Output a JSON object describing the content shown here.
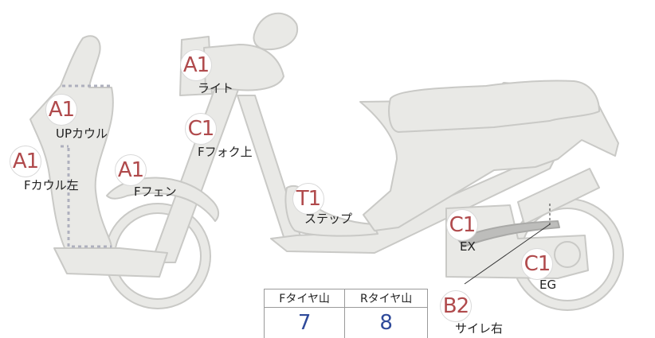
{
  "diagram": {
    "colors": {
      "body_fill": "#e9e9e6",
      "body_stroke": "#c9c9c6",
      "badge_text": "#b04a4c",
      "value_text": "#2f4a9a",
      "dotted_line": "#aeb0bd"
    },
    "parts": [
      {
        "grade": "A1",
        "name": "ライト"
      },
      {
        "grade": "A1",
        "name": "UPカウル"
      },
      {
        "grade": "C1",
        "name": "Fフォク上"
      },
      {
        "grade": "A1",
        "name": "Fカウル左"
      },
      {
        "grade": "A1",
        "name": "Fフェン"
      },
      {
        "grade": "T1",
        "name": "ステップ"
      },
      {
        "grade": "C1",
        "name": "EX"
      },
      {
        "grade": "C1",
        "name": "EG"
      },
      {
        "grade": "B2",
        "name": "サイレ右"
      }
    ],
    "tire_table": {
      "front_label": "Fタイヤ山",
      "rear_label": "Rタイヤ山",
      "front_value": "7",
      "rear_value": "8"
    }
  }
}
